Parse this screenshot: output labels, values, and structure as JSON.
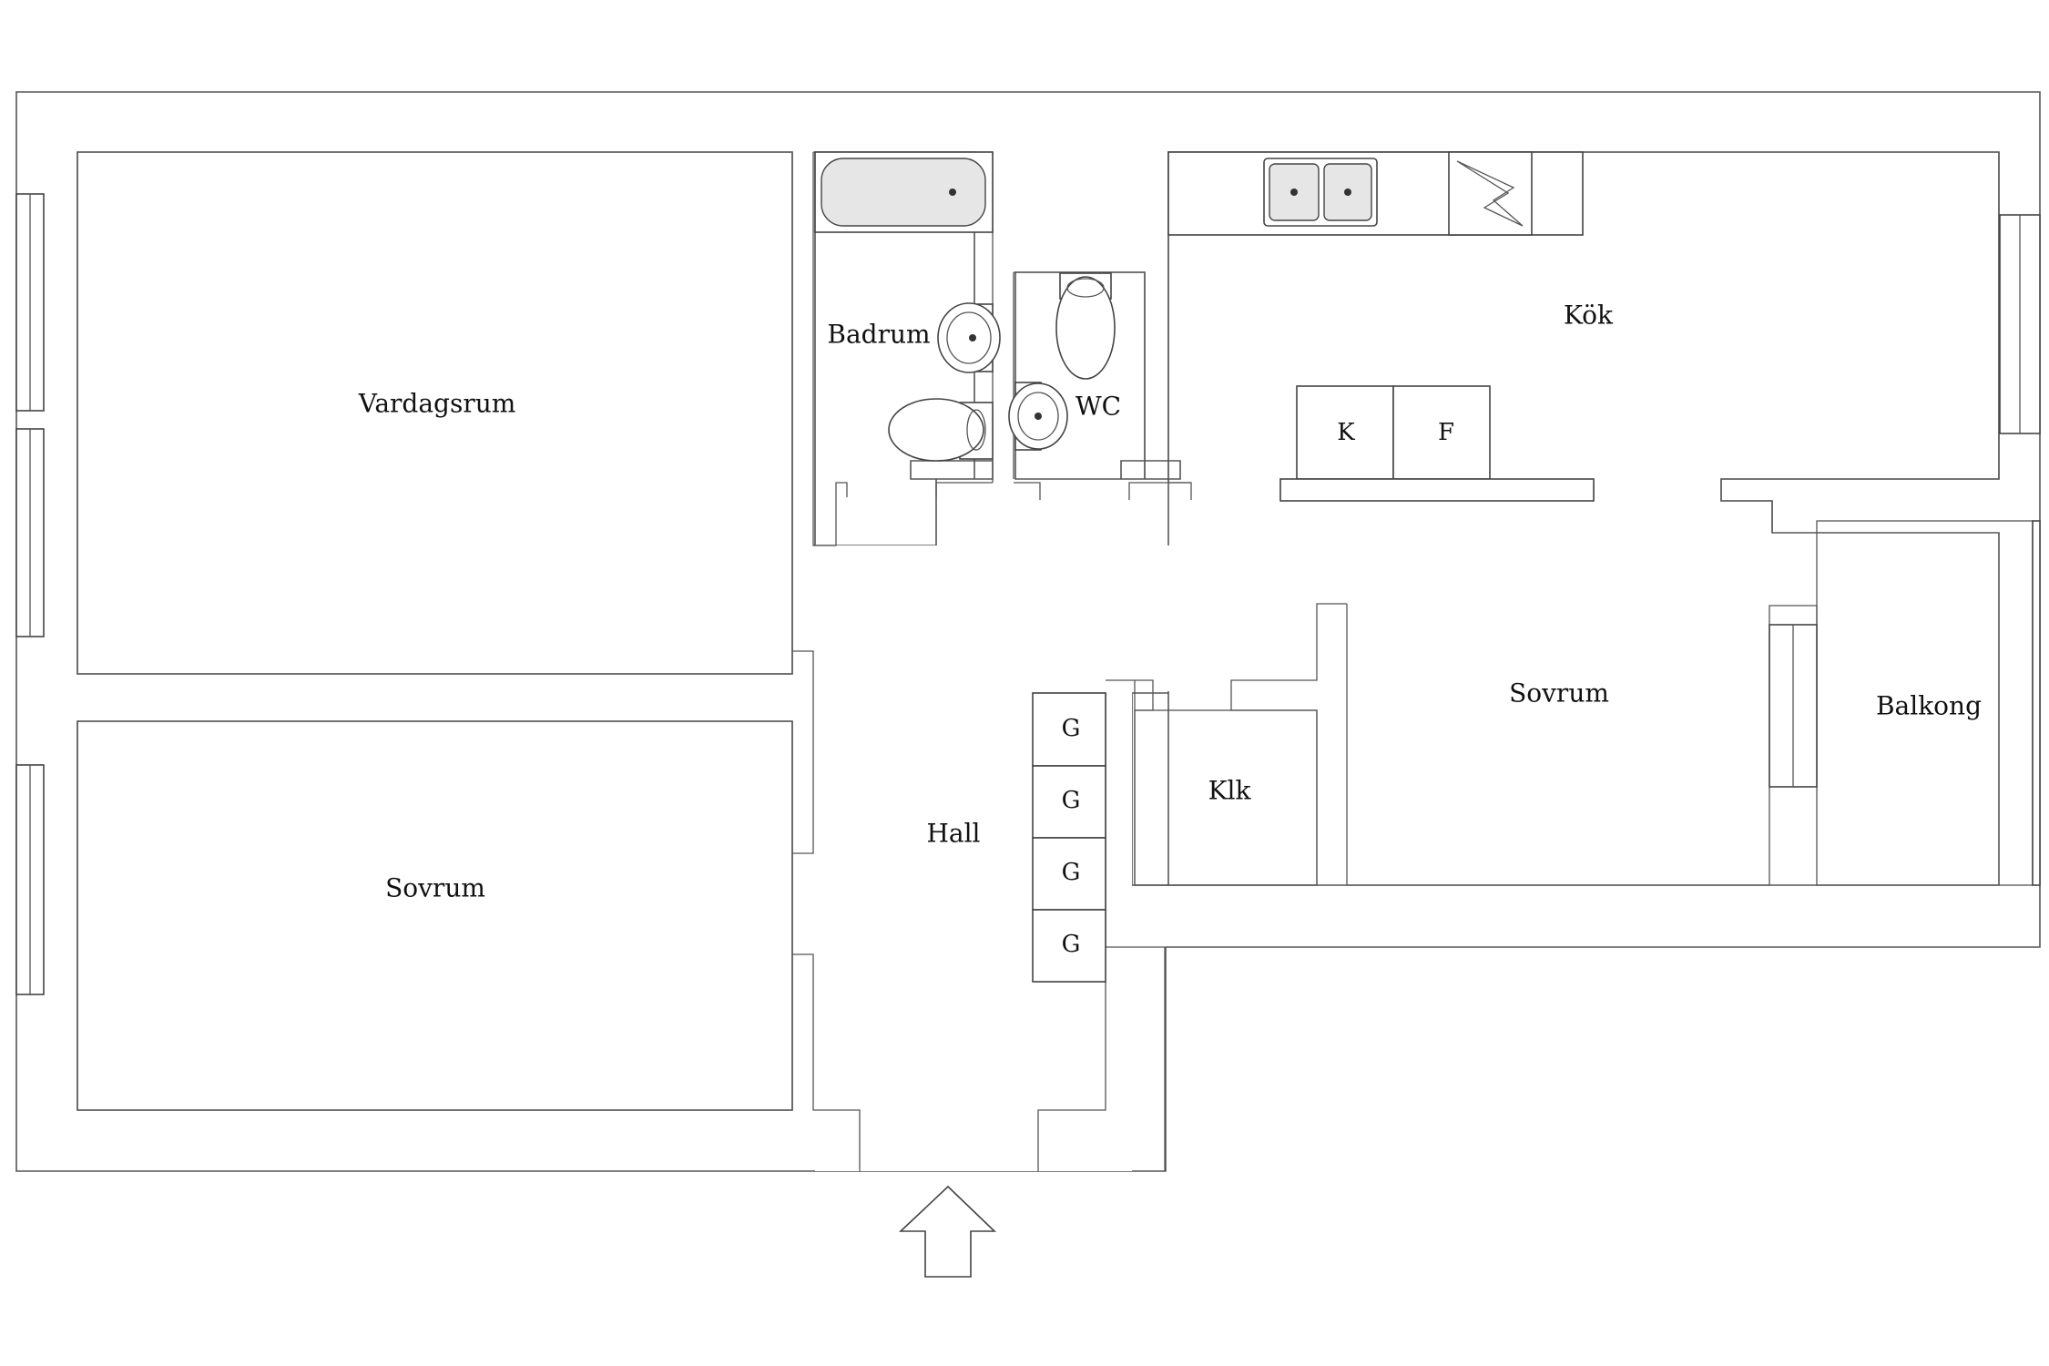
{
  "rooms": {
    "vardagsrum": "Vardagsrum",
    "sovrum_left": "Sovrum",
    "hall": "Hall",
    "badrum": "Badrum",
    "wc": "WC",
    "kok": "Kök",
    "sovrum_right": "Sovrum",
    "klk": "Klk",
    "balkong": "Balkong"
  },
  "appliances": {
    "fridge": "K",
    "freezer": "F"
  },
  "wardrobes": [
    "G",
    "G",
    "G",
    "G"
  ],
  "icons": [
    "bathtub-icon",
    "sink-icon",
    "toilet-icon",
    "kitchen-sink-icon",
    "stove-icon",
    "entrance-arrow-icon"
  ],
  "colors": {
    "wall_stroke": "#555555",
    "background": "#ffffff",
    "text": "#111111"
  }
}
